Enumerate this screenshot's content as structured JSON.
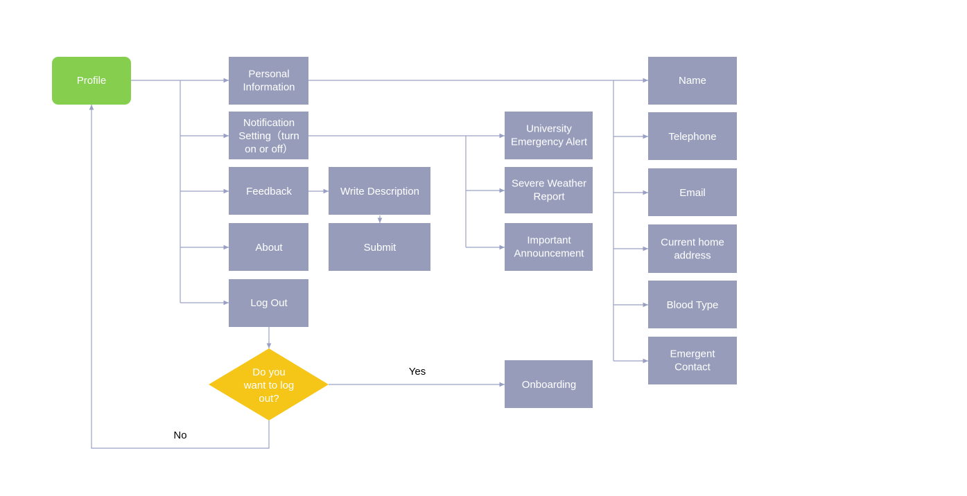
{
  "colors": {
    "start": "#86cf4e",
    "box": "#979cbb",
    "decision": "#f5c518",
    "line": "#9aa0c3",
    "text": "#ffffff",
    "label": "#000000"
  },
  "nodes": {
    "profile": {
      "lines": [
        "Profile"
      ]
    },
    "personal_information": {
      "lines": [
        "Personal",
        "Information"
      ]
    },
    "notification_setting": {
      "lines": [
        "Notification",
        "Setting（turn",
        "on or off）"
      ]
    },
    "feedback": {
      "lines": [
        "Feedback"
      ]
    },
    "about": {
      "lines": [
        "About"
      ]
    },
    "log_out": {
      "lines": [
        "Log Out"
      ]
    },
    "write_description": {
      "lines": [
        "Write Description"
      ]
    },
    "submit": {
      "lines": [
        "Submit"
      ]
    },
    "university_emergency_alert": {
      "lines": [
        "University",
        "Emergency Alert"
      ]
    },
    "severe_weather_report": {
      "lines": [
        "Severe Weather",
        "Report"
      ]
    },
    "important_announcement": {
      "lines": [
        "Important",
        "Announcement"
      ]
    },
    "onboarding": {
      "lines": [
        "Onboarding"
      ]
    },
    "name": {
      "lines": [
        "Name"
      ]
    },
    "telephone": {
      "lines": [
        "Telephone"
      ]
    },
    "email": {
      "lines": [
        "Email"
      ]
    },
    "current_home_address": {
      "lines": [
        "Current home",
        "address"
      ]
    },
    "blood_type": {
      "lines": [
        "Blood Type"
      ]
    },
    "emergent_contact": {
      "lines": [
        "Emergent",
        "Contact"
      ]
    },
    "logout_decision": {
      "lines": [
        "Do you",
        "want to log",
        "out?"
      ]
    }
  },
  "edge_labels": {
    "yes": "Yes",
    "no": "No"
  }
}
